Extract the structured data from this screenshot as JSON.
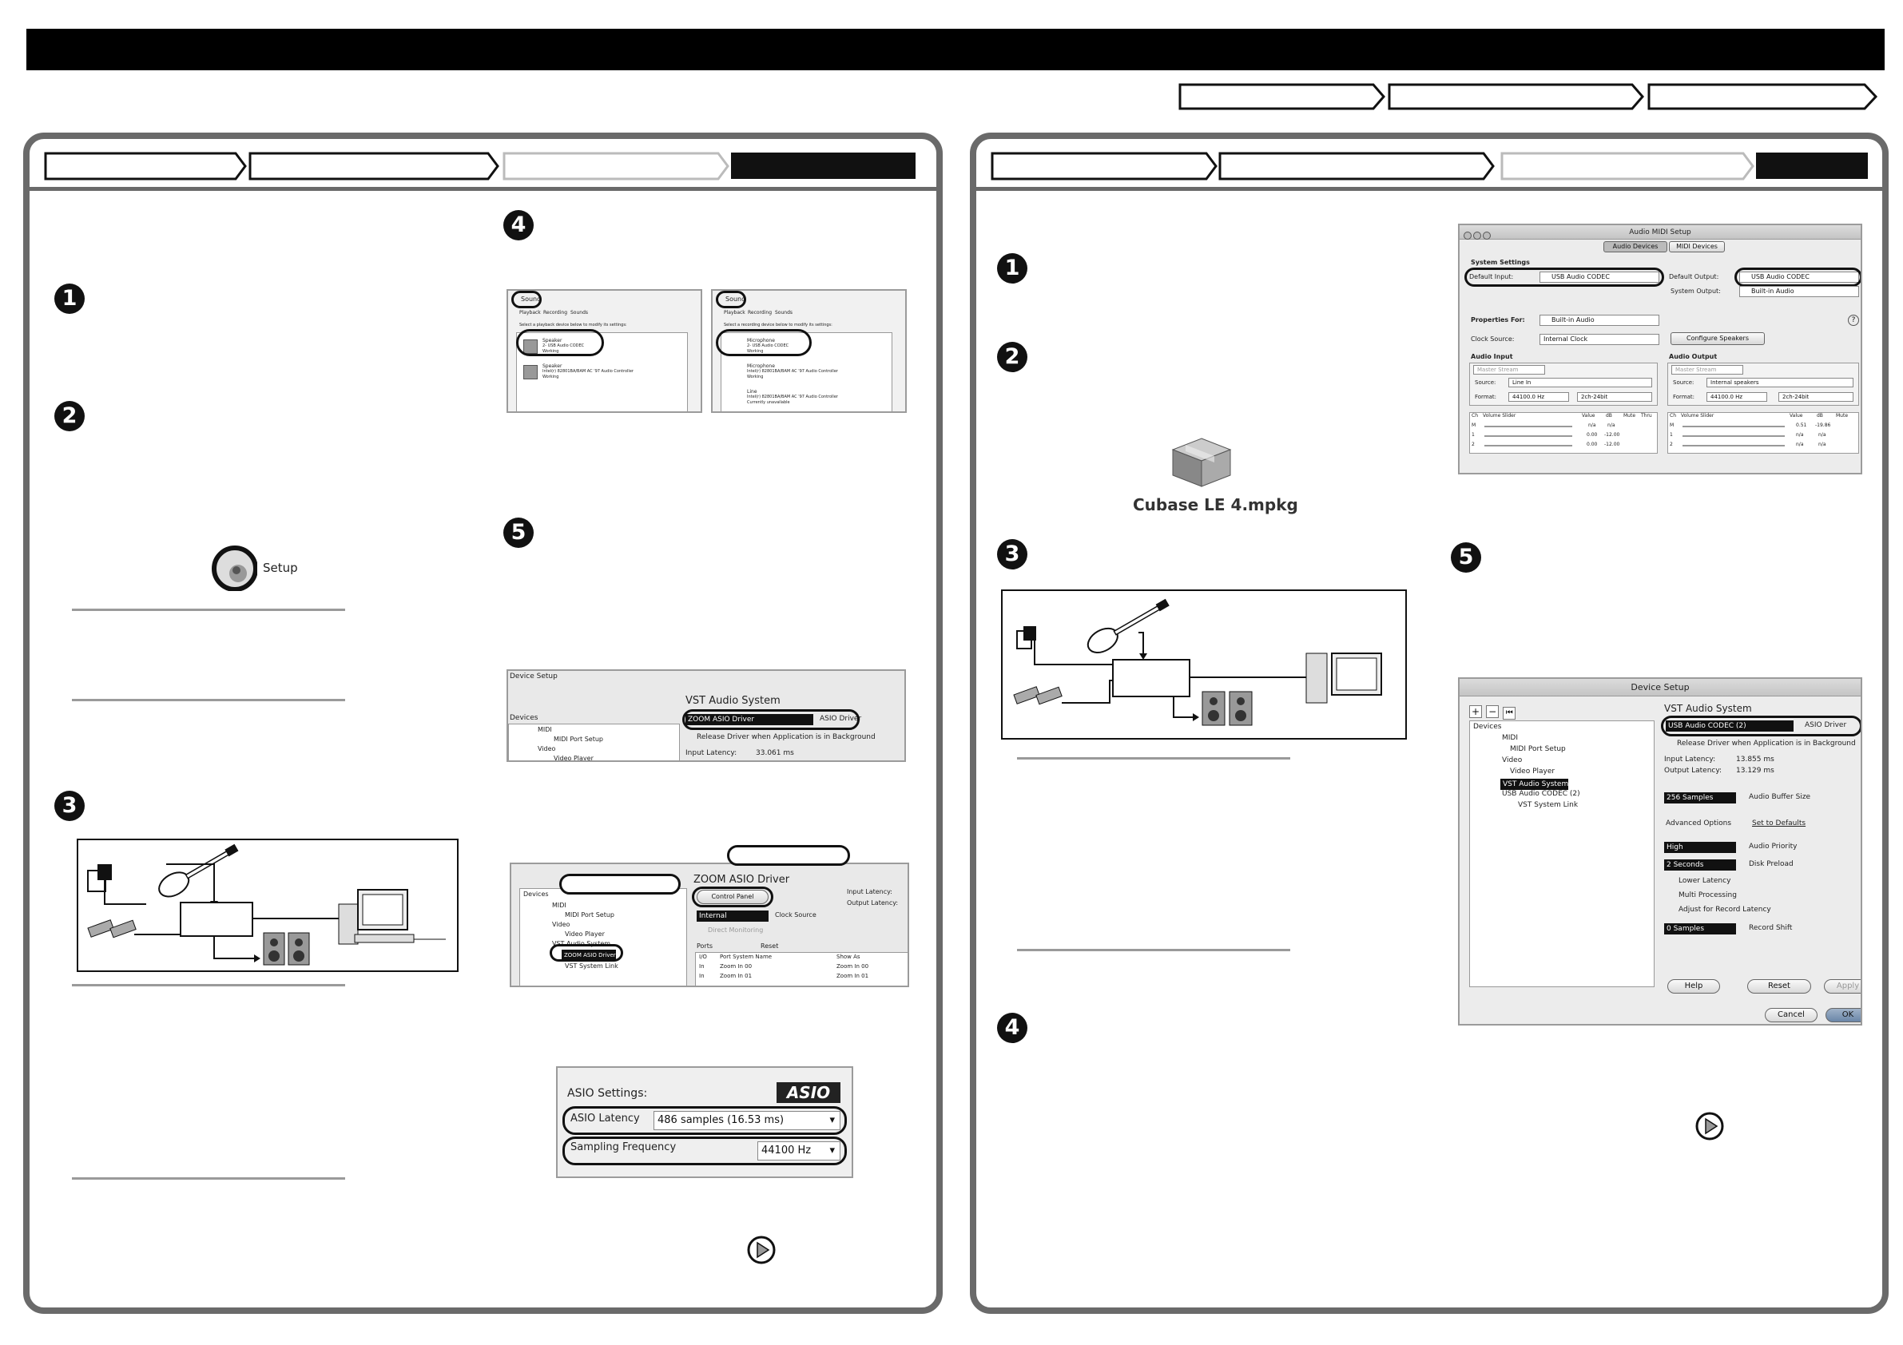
{
  "asio_settings": {
    "title": "ASIO Settings:",
    "logo": "ASIO",
    "latency_label": "ASIO Latency",
    "latency_value": "486 samples (16.53 ms)",
    "frequency_label": "Sampling Frequency",
    "frequency_value": "44100 Hz"
  },
  "cubase_pkg": {
    "label": "Cubase LE 4.mpkg"
  },
  "setup_icon": {
    "label": "Setup"
  },
  "win_sound_playback": {
    "title": "Sound",
    "tabs": [
      "Playback",
      "Recording",
      "Sounds"
    ],
    "instruction": "Select a playback device below to modify its settings:",
    "devices": [
      {
        "name": "Speaker",
        "sub": "2- USB Audio CODEC",
        "status": "Working"
      },
      {
        "name": "Speaker",
        "sub": "Intel(r) 82801BA/BAM AC '97 Audio Controller",
        "status": "Working"
      }
    ]
  },
  "win_sound_recording": {
    "title": "Sound",
    "tabs": [
      "Playback",
      "Recording",
      "Sounds"
    ],
    "instruction": "Select a recording device below to modify its settings:",
    "devices": [
      {
        "name": "Microphone",
        "sub": "2- USB Audio CODEC",
        "status": "Working"
      },
      {
        "name": "Microphone",
        "sub": "Intel(r) 82801BA/BAM AC '97 Audio Controller",
        "status": "Working"
      },
      {
        "name": "Line",
        "sub": "Intel(r) 82801BA/BAM AC '97 Audio Controller",
        "status": "Currently unavailable"
      }
    ]
  },
  "win_device_setup": {
    "title": "Device Setup",
    "devices_label": "Devices",
    "tree": [
      "MIDI",
      "MIDI Port Setup",
      "Video",
      "Video Player"
    ],
    "vst_title": "VST Audio System",
    "driver": "ZOOM ASIO Driver",
    "asio_driver_label": "ASIO Driver",
    "release_label": "Release Driver when Application is in Background",
    "input_latency_label": "Input Latency:",
    "input_latency_value": "33.061 ms"
  },
  "win_zoom_asio": {
    "title": "ZOOM ASIO Driver",
    "control_panel": "Control Panel",
    "input_latency": "Input Latency:",
    "output_latency": "Output Latency:",
    "clock_value": "Internal",
    "clock_label": "Clock Source",
    "direct_monitoring": "Direct Monitoring",
    "ports_label": "Ports",
    "reset_label": "Reset",
    "columns": [
      "I/O",
      "Port System Name",
      "Show As"
    ],
    "rows": [
      [
        "In",
        "Zoom In 00",
        "Zoom In 00"
      ],
      [
        "In",
        "Zoom In 01",
        "Zoom In 01"
      ]
    ],
    "tree": [
      "Devices",
      "MIDI",
      "MIDI Port Setup",
      "Video",
      "Video Player",
      "VST Audio System",
      "ZOOM ASIO Driver",
      "VST System Link"
    ]
  },
  "mac_midi_setup": {
    "title": "Audio MIDI Setup",
    "tabs": [
      "Audio Devices",
      "MIDI Devices"
    ],
    "system_settings": "System Settings",
    "default_input_label": "Default Input:",
    "default_input_value": "USB Audio CODEC",
    "default_output_label": "Default Output:",
    "default_output_value": "USB Audio CODEC",
    "system_output_label": "System Output:",
    "system_output_value": "Built-in Audio",
    "properties_for_label": "Properties For:",
    "properties_for_value": "Built-in Audio",
    "clock_source_label": "Clock Source:",
    "clock_source_value": "Internal Clock",
    "configure_speakers": "Configure Speakers",
    "audio_input": "Audio Input",
    "audio_output": "Audio Output",
    "master_stream": "Master Stream",
    "source_label": "Source:",
    "input_source": "Line In",
    "output_source": "Internal speakers",
    "format_label": "Format:",
    "format_rate": "44100.0 Hz",
    "format_bits": "2ch-24bit",
    "mixer_headers": [
      "Ch",
      "Volume Slider",
      "Value",
      "dB",
      "Mute",
      "Thru"
    ],
    "mixer_headers_out": [
      "Ch",
      "Volume Slider",
      "Value",
      "dB",
      "Mute"
    ],
    "mixer_rows_in": [
      [
        "M",
        "n/a",
        "n/a"
      ],
      [
        "1",
        "0.00",
        "-12.00"
      ],
      [
        "2",
        "0.00",
        "-12.00"
      ]
    ],
    "mixer_rows_out": [
      [
        "M",
        "0.51",
        "-19.86"
      ],
      [
        "1",
        "n/a",
        "n/a"
      ],
      [
        "2",
        "n/a",
        "n/a"
      ]
    ]
  },
  "mac_device_setup": {
    "title": "Device Setup",
    "devices_label": "Devices",
    "tree": [
      "MIDI",
      "MIDI Port Setup",
      "Video",
      "Video Player",
      "VST Audio System",
      "USB Audio CODEC  (2)",
      "VST System Link"
    ],
    "vst_title": "VST Audio System",
    "driver": "USB Audio CODEC  (2)",
    "asio_driver_label": "ASIO Driver",
    "release_label": "Release Driver when Application is in Background",
    "input_latency_label": "Input Latency:",
    "input_latency_value": "13.855 ms",
    "output_latency_label": "Output Latency:",
    "output_latency_value": "13.129 ms",
    "buffer_value": "256 Samples",
    "buffer_label": "Audio Buffer Size",
    "advanced_label": "Advanced Options",
    "defaults_label": "Set to Defaults",
    "priority_value": "High",
    "priority_label": "Audio Priority",
    "preload_value": "2 Seconds",
    "preload_label": "Disk Preload",
    "lower_latency": "Lower Latency",
    "multi_processing": "Multi Processing",
    "adjust_latency": "Adjust for Record Latency",
    "shift_value": "0 Samples",
    "shift_label": "Record Shift",
    "help": "Help",
    "reset": "Reset",
    "apply": "Apply",
    "cancel": "Cancel",
    "ok": "OK"
  }
}
